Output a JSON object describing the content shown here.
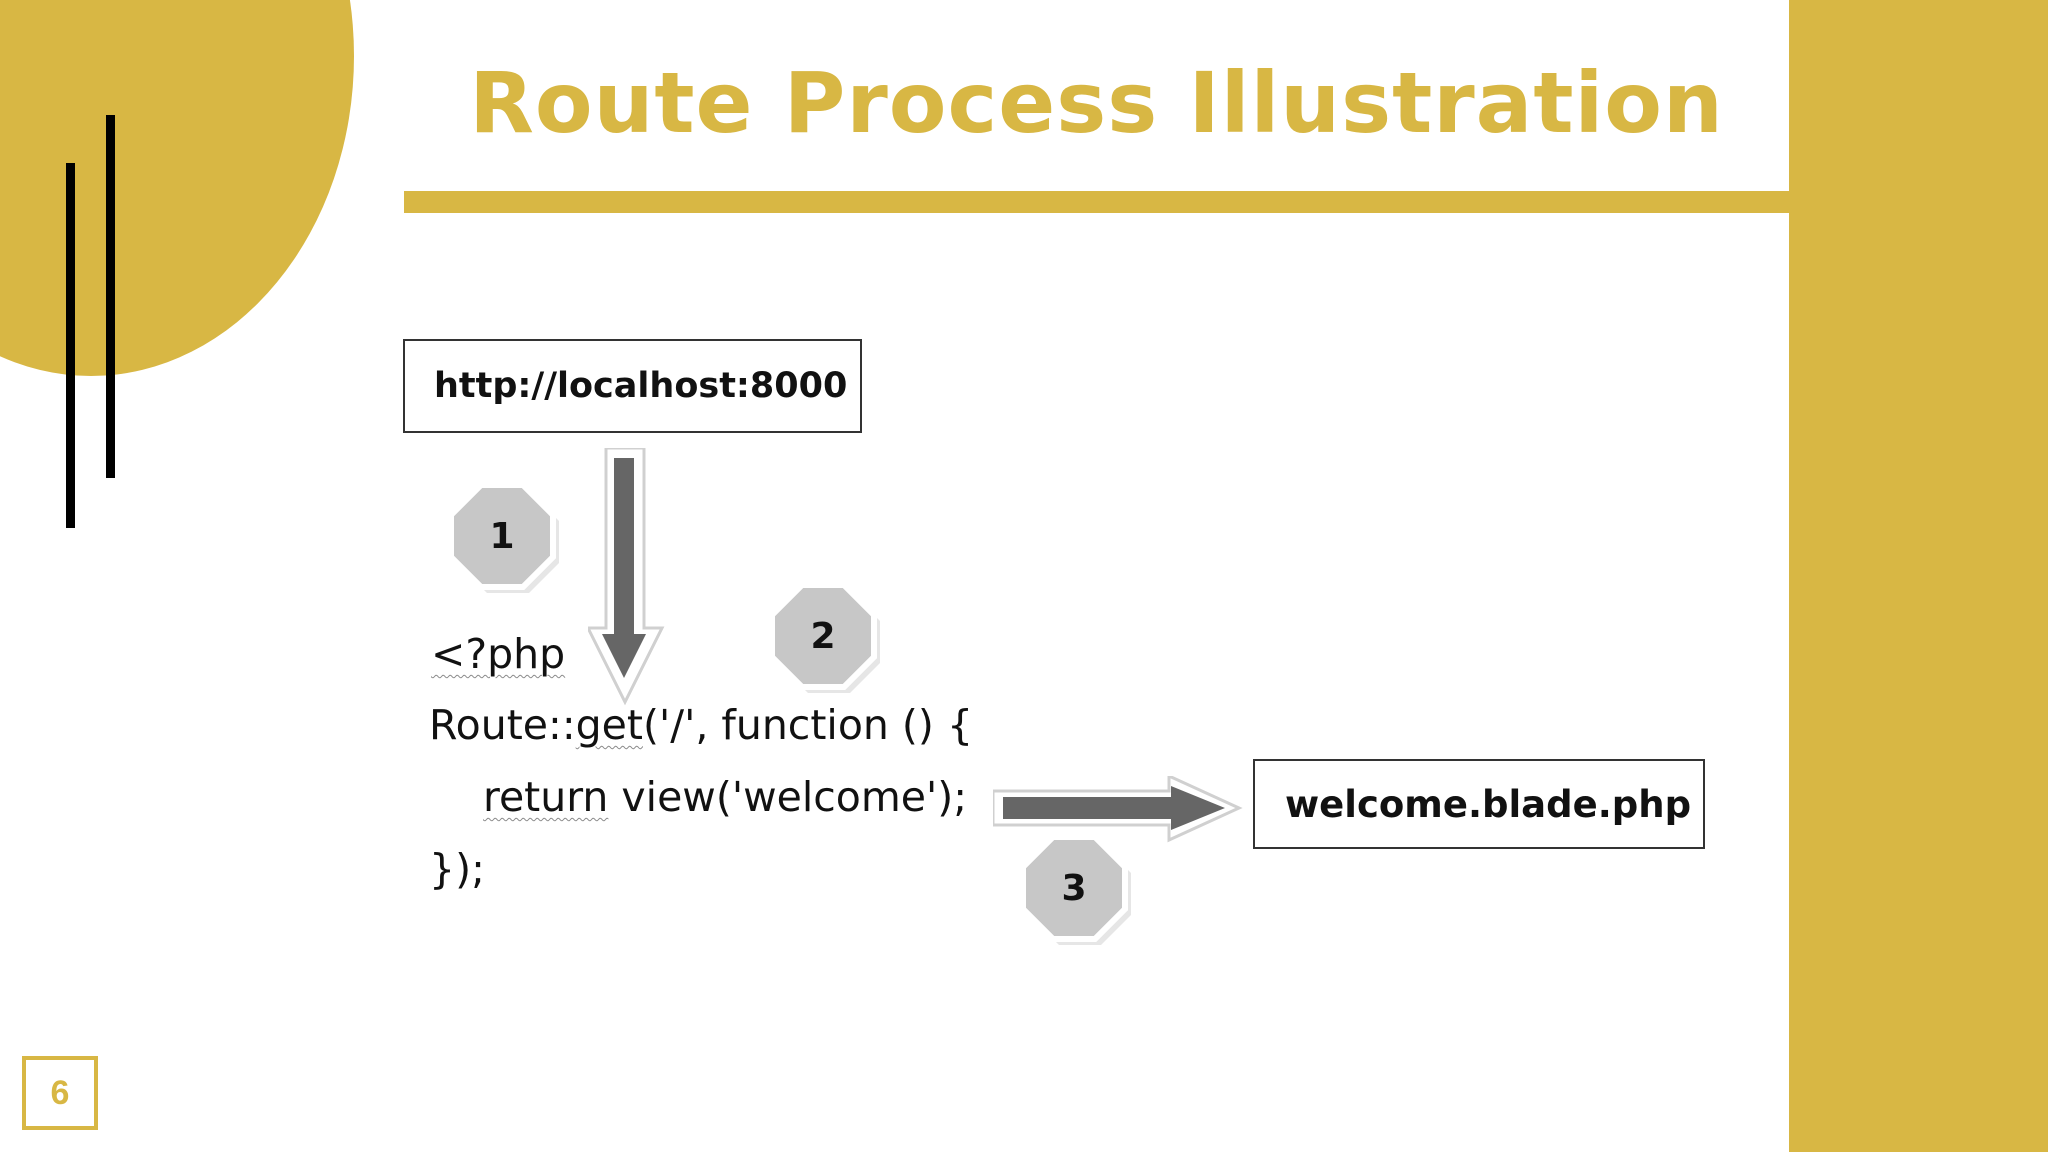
{
  "slide": {
    "title": "Route Process Illustration",
    "page_number": "6"
  },
  "diagram": {
    "url_box": "http://localhost:8000",
    "view_box": "welcome.blade.php",
    "code_lines": {
      "line1": "<?php",
      "line2_prefix": "Route::",
      "line2_get": "get",
      "line2_rest": "('/', function () {",
      "line3_return": "return",
      "line3_rest": " view('welcome');",
      "line4": "});"
    },
    "steps": [
      "1",
      "2",
      "3"
    ]
  },
  "colors": {
    "accent": "#d8b744",
    "text": "#111111",
    "badge_fill": "#c7c7c7",
    "arrow_fill": "#666666"
  }
}
